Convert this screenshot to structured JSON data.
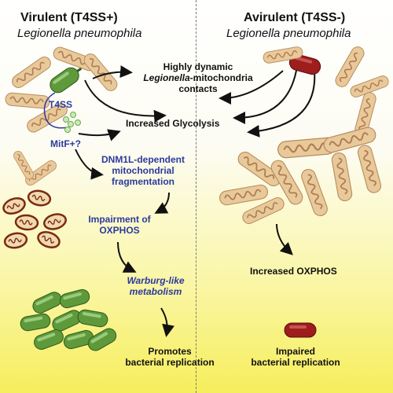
{
  "left_title": "Virulent (T4SS+)",
  "left_subtitle": "Legionella pneumophila",
  "right_title": "Avirulent (T4SS-)",
  "right_subtitle": "Legionella pneumophila",
  "contacts_line1": "Highly dynamic",
  "contacts_line2_italic": "Legionella",
  "contacts_line2_rest": "-mitochondria",
  "contacts_line3": "contacts",
  "glycolysis": "Increased Glycolysis",
  "t4ss": "T4SS",
  "mitf": "MitF+?",
  "fragmentation": [
    "DNM1L-dependent",
    "mitochondrial",
    "fragmentation"
  ],
  "impairment": [
    "Impairment of",
    "OXPHOS"
  ],
  "warburg": [
    "Warburg-like",
    "metabolism"
  ],
  "promotes": [
    "Promotes",
    "bacterial replication"
  ],
  "increased_oxphos": "Increased OXPHOS",
  "impaired": [
    "Impaired",
    "bacterial replication"
  ],
  "colors": {
    "virulent_bacterium": "#5e9a3c",
    "avirulent_bacterium": "#9e1d1d",
    "mitochondrion_outer": "#e8c99a",
    "mitochondrion_inner": "#b07a52",
    "fragmented_mitochondrion": "#8a2a10",
    "annotation_blue": "#2b3a9e"
  }
}
